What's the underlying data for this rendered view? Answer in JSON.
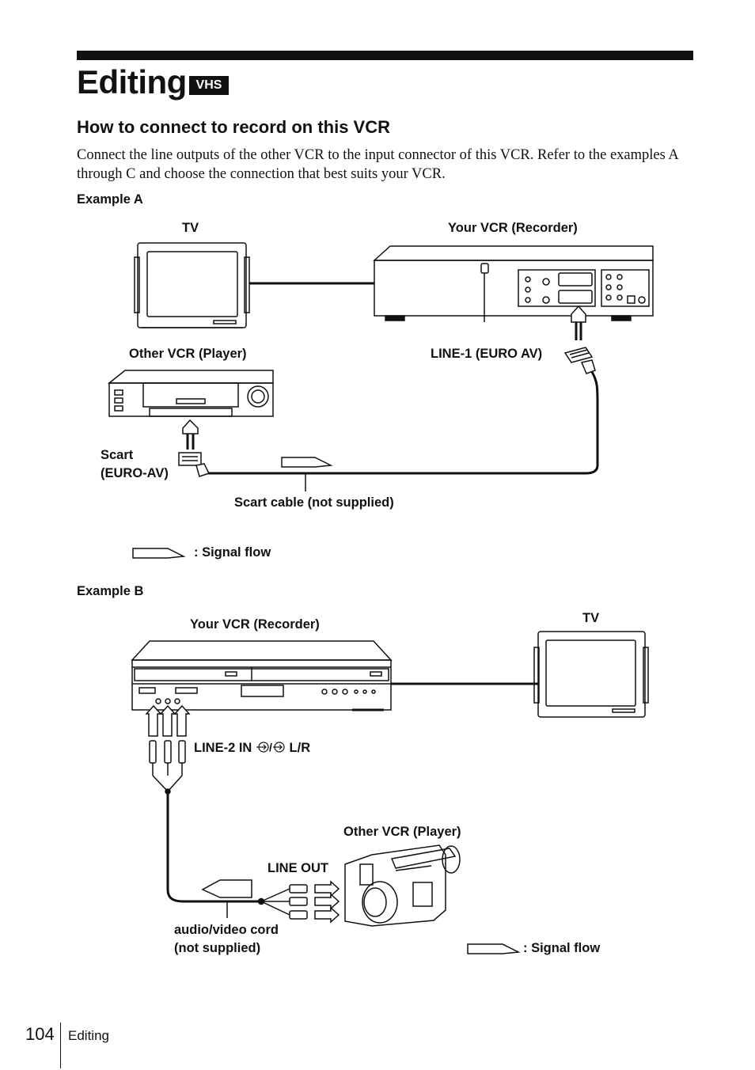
{
  "header": {
    "title": "Editing",
    "badge": "VHS"
  },
  "section": {
    "heading": "How to connect to record on this VCR",
    "body": "Connect the line outputs of the other VCR to the input connector of this VCR.  Refer to the examples A through C and choose the connection that best suits your VCR."
  },
  "example_a": {
    "heading": "Example A",
    "tv_label": "TV",
    "recorder_label": "Your VCR (Recorder)",
    "player_label": "Other VCR (Player)",
    "line1_label": "LINE-1 (EURO AV)",
    "scart_label_1": "Scart",
    "scart_label_2": "(EURO-AV)",
    "cable_label": "Scart cable (not supplied)",
    "legend_label": ": Signal flow"
  },
  "example_b": {
    "heading": "Example B",
    "recorder_label": "Your VCR (Recorder)",
    "tv_label": "TV",
    "line2_label_prefix": "LINE-2 IN",
    "line2_label_suffix": "L/R",
    "player_label": "Other VCR (Player)",
    "lineout_label": "LINE OUT",
    "cord_label_1": "audio/video cord",
    "cord_label_2": "(not supplied)",
    "legend_label": ": Signal flow"
  },
  "footer": {
    "page_number": "104",
    "section": "Editing"
  }
}
